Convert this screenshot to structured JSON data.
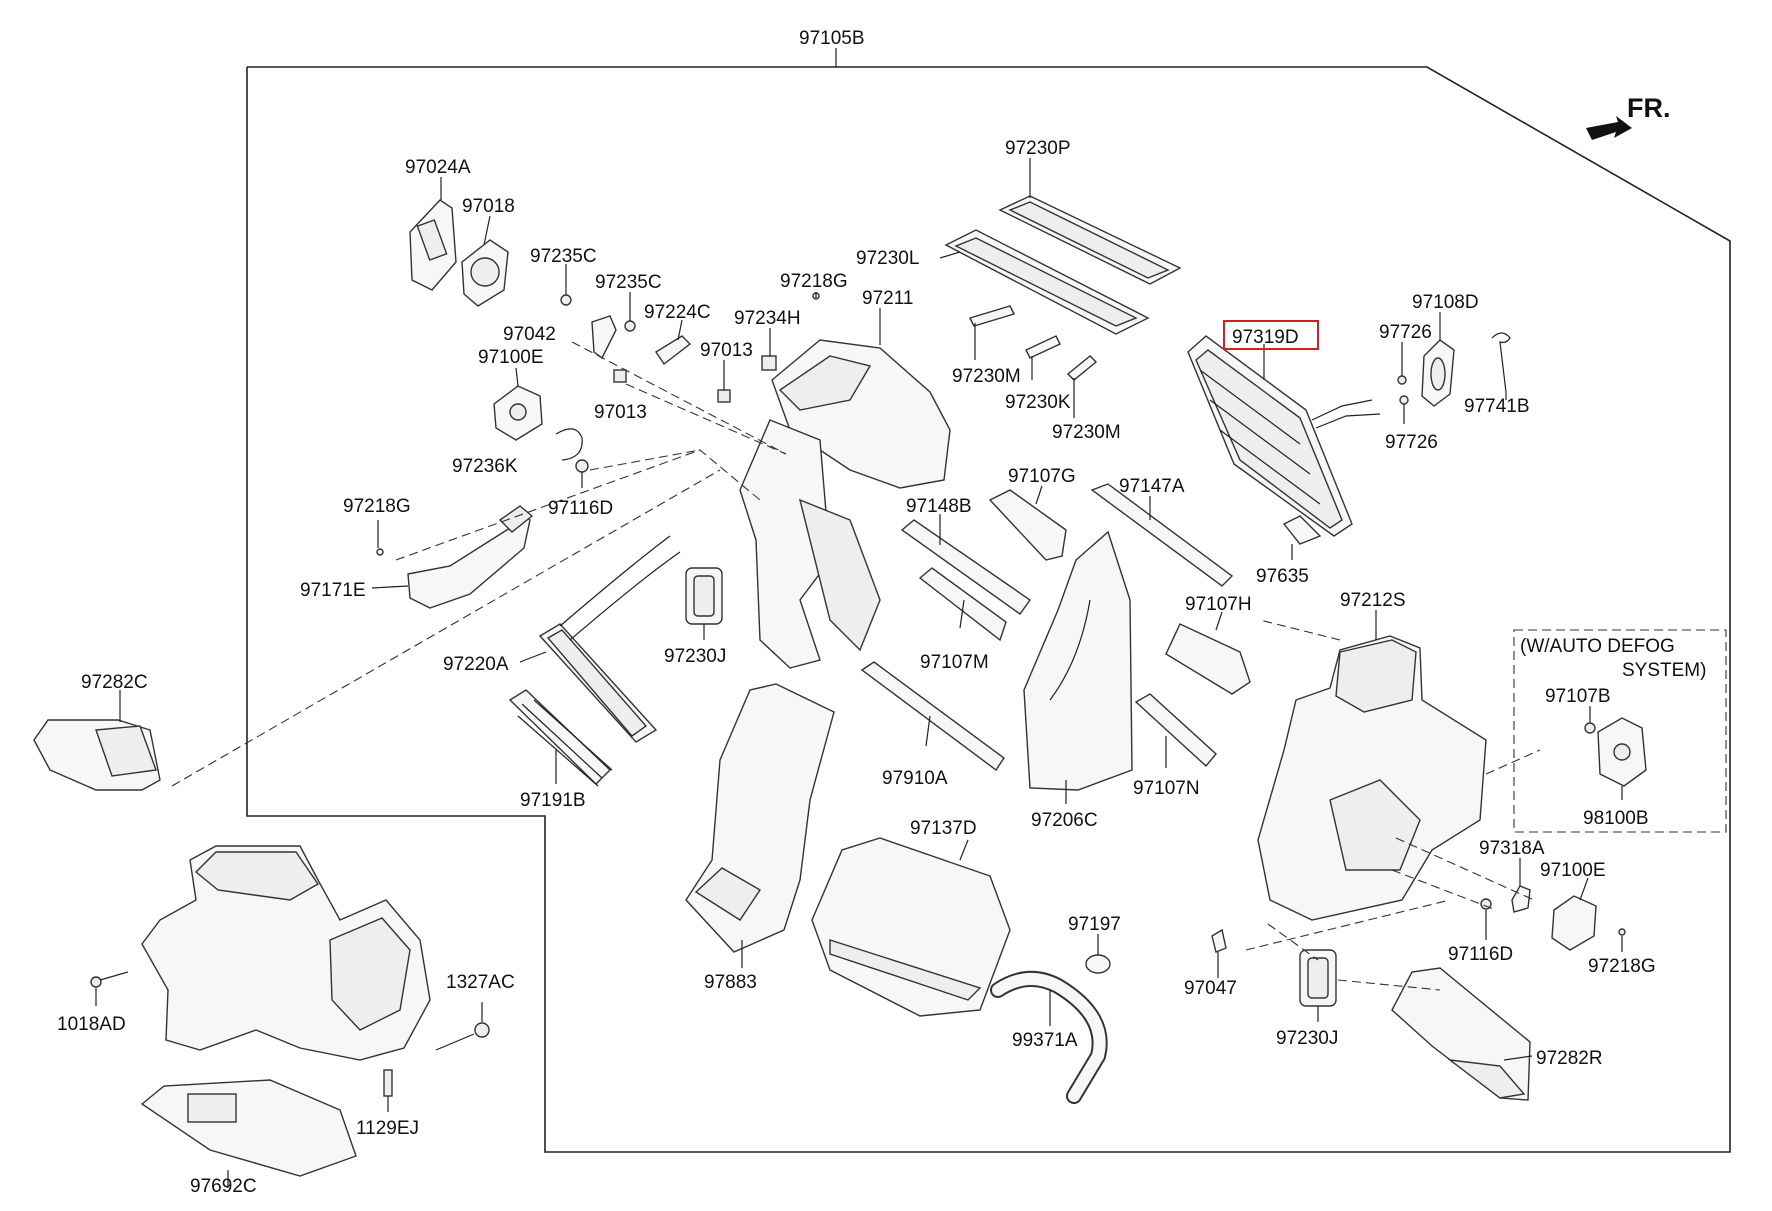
{
  "diagram": {
    "front_marker": "FR.",
    "highlighted_part": "97319D",
    "callouts": {
      "p97105B": "97105B",
      "p97024A": "97024A",
      "p97018": "97018",
      "p97235C_a": "97235C",
      "p97235C_b": "97235C",
      "p97224C": "97224C",
      "p97042": "97042",
      "p97100E_a": "97100E",
      "p97013_a": "97013",
      "p97013_b": "97013",
      "p97236K": "97236K",
      "p97116D_a": "97116D",
      "p97218G_a": "97218G",
      "p97218G_b": "97218G",
      "p97218G_c": "97218G",
      "p97234H": "97234H",
      "p97211": "97211",
      "p97230P": "97230P",
      "p97230L": "97230L",
      "p97230M_a": "97230M",
      "p97230M_b": "97230M",
      "p97230K": "97230K",
      "p97319D": "97319D",
      "p97108D": "97108D",
      "p97726_a": "97726",
      "p97726_b": "97726",
      "p97741B": "97741B",
      "p97107G": "97107G",
      "p97147A": "97147A",
      "p97148B": "97148B",
      "p97635": "97635",
      "p97171E": "97171E",
      "p97282C": "97282C",
      "p97220A": "97220A",
      "p97230J_a": "97230J",
      "p97230J_b": "97230J",
      "p97107M": "97107M",
      "p97107H": "97107H",
      "p97212S": "97212S",
      "p97191B": "97191B",
      "p97910A": "97910A",
      "p97206C": "97206C",
      "p97107N": "97107N",
      "p97107B": "97107B",
      "p98100B": "98100B",
      "p97137D": "97137D",
      "p97883": "97883",
      "p97197": "97197",
      "p99371A": "99371A",
      "p97047": "97047",
      "p97318A": "97318A",
      "p97100E_b": "97100E",
      "p97116D_b": "97116D",
      "p97282R": "97282R",
      "p1018AD": "1018AD",
      "p1327AC": "1327AC",
      "p1129EJ": "1129EJ",
      "p97692C": "97692C"
    },
    "option_box": {
      "line1": "(W/AUTO DEFOG",
      "line2": "SYSTEM)"
    }
  }
}
